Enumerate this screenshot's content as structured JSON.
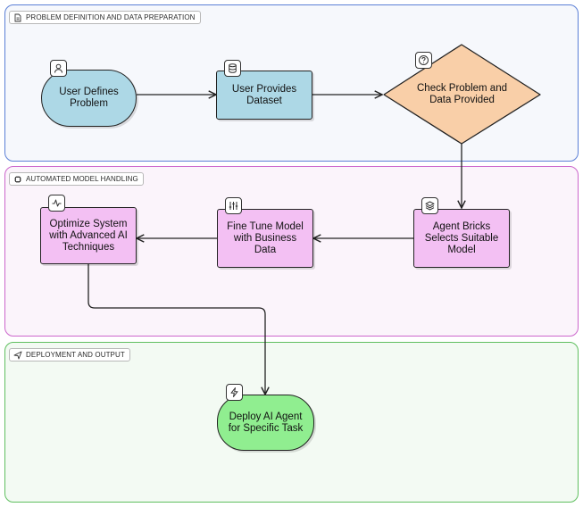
{
  "lanes": {
    "preparation": "PROBLEM DEFINITION AND DATA PREPARATION",
    "handling": "AUTOMATED MODEL HANDLING",
    "deployment": "DEPLOYMENT AND OUTPUT"
  },
  "nodes": {
    "user_defines": "User Defines Problem",
    "user_provides": "User Provides Dataset",
    "check_problem": "Check Problem and Data Provided",
    "agent_bricks": "Agent Bricks Selects Suitable Model",
    "fine_tune": "Fine Tune Model with Business Data",
    "optimize": "Optimize System with Advanced AI Techniques",
    "deploy": "Deploy AI Agent for Specific Task"
  },
  "colors": {
    "lane_blue": "#5b7fd6",
    "lane_pink": "#cc66cc",
    "lane_green": "#5fbf5f",
    "node_blue": "#add8e6",
    "node_orange": "#f9cfa8",
    "node_pink": "#f3c0f3",
    "node_green": "#90ee90"
  }
}
